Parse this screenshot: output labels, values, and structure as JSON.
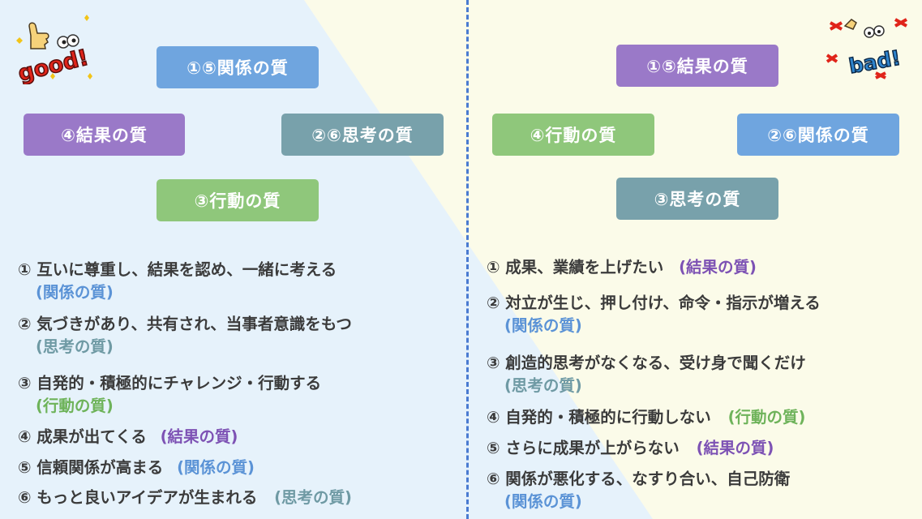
{
  "left": {
    "sticker_text": "good!",
    "boxes": {
      "top": "①⑤関係の質",
      "left": "④結果の質",
      "right": "②⑥思考の質",
      "bottom": "③行動の質"
    },
    "items": [
      {
        "text": "① 互いに尊重し、結果を認め、一緒に考える",
        "tag": "(関係の質)"
      },
      {
        "text": "② 気づきがあり、共有され、当事者意識をもつ",
        "tag": "(思考の質)"
      },
      {
        "text": "③ 自発的・積極的にチャレンジ・行動する",
        "tag": "(行動の質)"
      },
      {
        "text": "④ 成果が出てくる",
        "tag": "(結果の質)"
      },
      {
        "text": "⑤ 信頼関係が高まる",
        "tag": "(関係の質)"
      },
      {
        "text": "⑥ もっと良いアイデアが生まれる",
        "tag": "(思考の質)"
      }
    ]
  },
  "right": {
    "sticker_text": "bad!",
    "boxes": {
      "top": "①⑤結果の質",
      "left": "④行動の質",
      "right": "②⑥関係の質",
      "bottom": "③思考の質"
    },
    "items": [
      {
        "text": "① 成果、業績を上げたい",
        "tag": "(結果の質)"
      },
      {
        "text": "② 対立が生じ、押し付け、命令・指示が増える",
        "tag": "(関係の質)"
      },
      {
        "text": "③ 創造的思考がなくなる、受け身で聞くだけ",
        "tag": "(思考の質)"
      },
      {
        "text": "④ 自発的・積極的に行動しない",
        "tag": "(行動の質)"
      },
      {
        "text": "⑤ さらに成果が上がらない",
        "tag": "(結果の質)"
      },
      {
        "text": "⑥ 関係が悪化する、なすり合い、自己防衛",
        "tag": "(関係の質)"
      }
    ]
  },
  "colors": {
    "relationship": "#6fa5df",
    "result": "#9a79c8",
    "thinking": "#78a1ab",
    "action": "#8fc77b",
    "divider": "#4a7bd1"
  }
}
